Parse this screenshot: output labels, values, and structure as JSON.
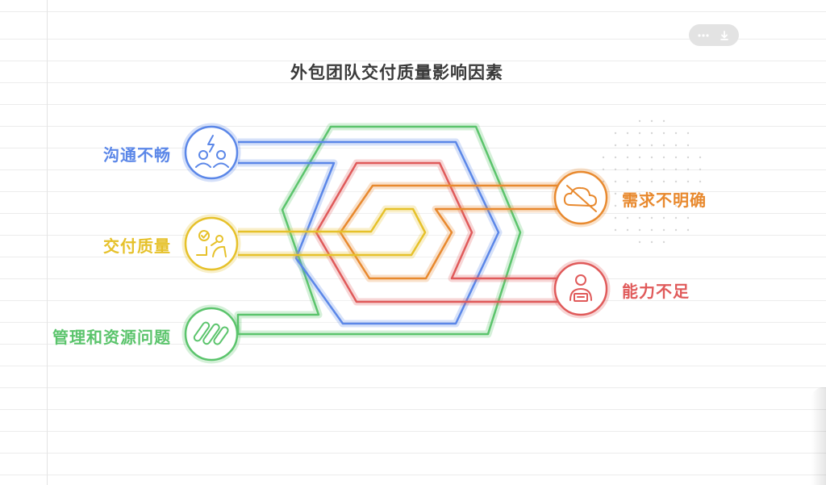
{
  "title": "外包团队交付质量影响因素",
  "toolbar": {
    "more_icon": "ellipsis-icon",
    "download_icon": "download-icon"
  },
  "factors": [
    {
      "label": "沟通不畅",
      "color": "#5b87e8",
      "icon": "people-conflict-icon",
      "side": "left"
    },
    {
      "label": "交付质量",
      "color": "#e6c12a",
      "icon": "quality-check-icon",
      "side": "left"
    },
    {
      "label": "管理和资源问题",
      "color": "#5bc46c",
      "icon": "resource-bars-icon",
      "side": "left"
    },
    {
      "label": "需求不明确",
      "color": "#e8892e",
      "icon": "cloud-blocked-icon",
      "side": "right"
    },
    {
      "label": "能力不足",
      "color": "#e05a5a",
      "icon": "person-skill-icon",
      "side": "right"
    }
  ]
}
